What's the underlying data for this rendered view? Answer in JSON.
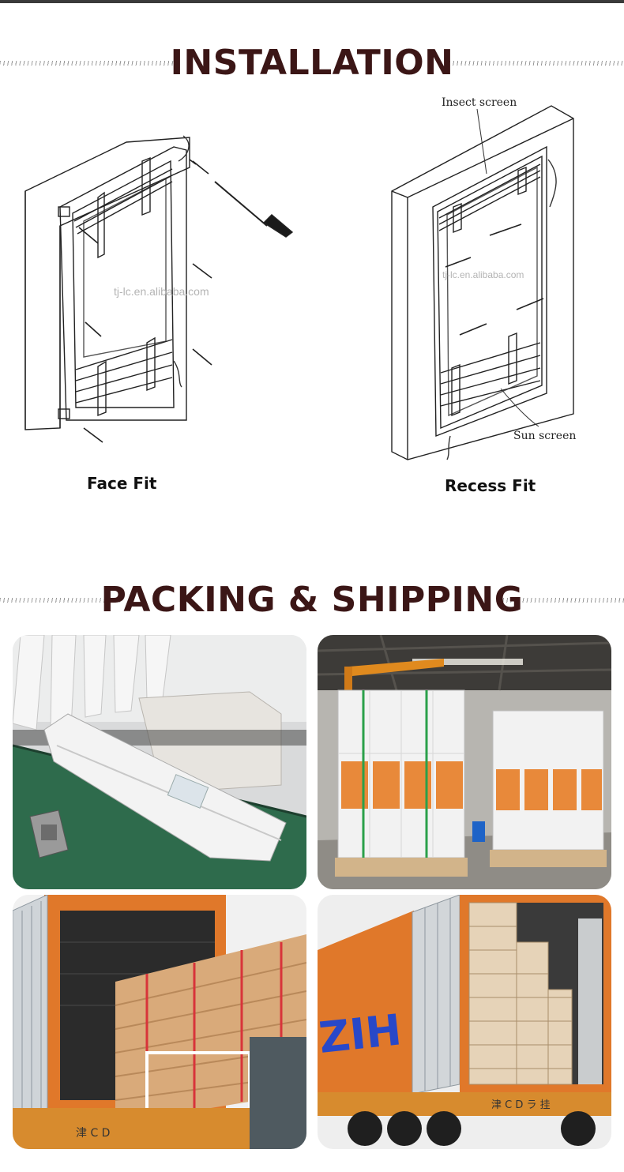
{
  "sections": {
    "installation": {
      "title": "INSTALLATION"
    },
    "packing": {
      "title": "PACKING & SHIPPING"
    }
  },
  "installation": {
    "face_fit": {
      "caption": "Face Fit",
      "watermark": "tj-lc.en.alibaba.com"
    },
    "recess_fit": {
      "caption": "Recess Fit",
      "insect_label": "Insect screen",
      "sun_label": "Sun screen",
      "watermark": "tj-lc.en.alibaba.com"
    }
  },
  "photos": {
    "container_one": {
      "truck_marking": "津 C D"
    },
    "container_two": {
      "side_letters": "ZIH",
      "truck_marking": "津 C D ラ 挂"
    }
  },
  "colors": {
    "heading": "#3b1616",
    "container_orange": "#e0782a",
    "conveyor_green": "#2e6b4c"
  }
}
